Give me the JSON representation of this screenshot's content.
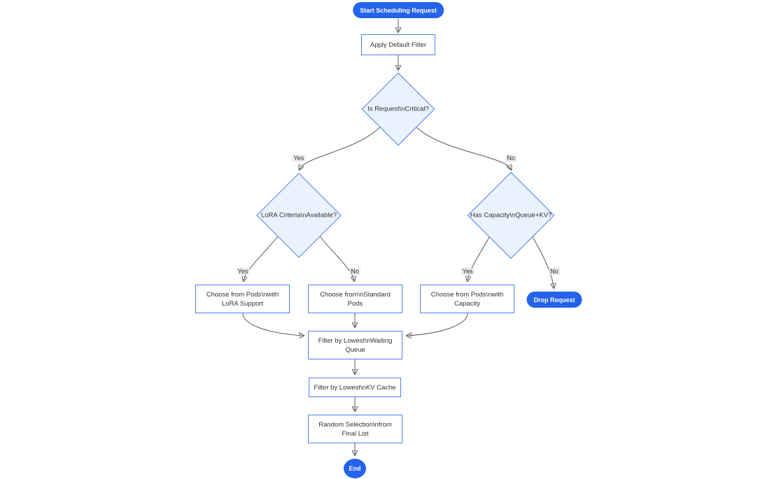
{
  "diagram": {
    "type": "flowchart",
    "background": "#ffffff",
    "colors": {
      "terminal_fill": "#2563eb",
      "terminal_text": "#ffffff",
      "process_fill": "#ffffff",
      "process_border": "#4c7fe8",
      "decision_fill": "#eaf2fd",
      "decision_border": "#4c7fe8",
      "node_text": "#333333",
      "edge_stroke": "#555555",
      "edge_label_bg": "#e8e8e8"
    },
    "nodes": {
      "start": {
        "label": "Start Scheduling Request",
        "shape": "stadium"
      },
      "apply_default_filter": {
        "label": "Apply Default Filter",
        "shape": "rect"
      },
      "is_critical": {
        "label": "Is Request\\nCritical?",
        "shape": "diamond"
      },
      "lora_criteria": {
        "label": "LoRA Criteria\\nAvailable?",
        "shape": "diamond"
      },
      "has_capacity": {
        "label": "Has Capacity\\nQueue+KV?",
        "shape": "diamond"
      },
      "choose_lora": {
        "label": [
          "Choose from Pods\\nwith",
          "LoRA Support"
        ],
        "shape": "rect"
      },
      "choose_standard": {
        "label": [
          "Choose from\\nStandard",
          "Pods"
        ],
        "shape": "rect"
      },
      "choose_capacity": {
        "label": [
          "Choose from Pods\\nwith",
          "Capacity"
        ],
        "shape": "rect"
      },
      "drop_request": {
        "label": "Drop Request",
        "shape": "stadium"
      },
      "filter_queue": {
        "label": [
          "Filter by Lowest\\nWaiting",
          "Queue"
        ],
        "shape": "rect"
      },
      "filter_kv": {
        "label": "Filter by Lowest\\nKV Cache",
        "shape": "rect"
      },
      "random_selection": {
        "label": [
          "Random Selection\\nfrom",
          "Final List"
        ],
        "shape": "rect"
      },
      "end": {
        "label": "End",
        "shape": "circle"
      }
    },
    "edges": [
      {
        "from": "start",
        "to": "apply_default_filter"
      },
      {
        "from": "apply_default_filter",
        "to": "is_critical"
      },
      {
        "from": "is_critical",
        "to": "lora_criteria",
        "label": "Yes"
      },
      {
        "from": "is_critical",
        "to": "has_capacity",
        "label": "No"
      },
      {
        "from": "lora_criteria",
        "to": "choose_lora",
        "label": "Yes"
      },
      {
        "from": "lora_criteria",
        "to": "choose_standard",
        "label": "No"
      },
      {
        "from": "has_capacity",
        "to": "choose_capacity",
        "label": "Yes"
      },
      {
        "from": "has_capacity",
        "to": "drop_request",
        "label": "No"
      },
      {
        "from": "choose_lora",
        "to": "filter_queue"
      },
      {
        "from": "choose_standard",
        "to": "filter_queue"
      },
      {
        "from": "choose_capacity",
        "to": "filter_queue"
      },
      {
        "from": "filter_queue",
        "to": "filter_kv"
      },
      {
        "from": "filter_kv",
        "to": "random_selection"
      },
      {
        "from": "random_selection",
        "to": "end"
      }
    ]
  }
}
